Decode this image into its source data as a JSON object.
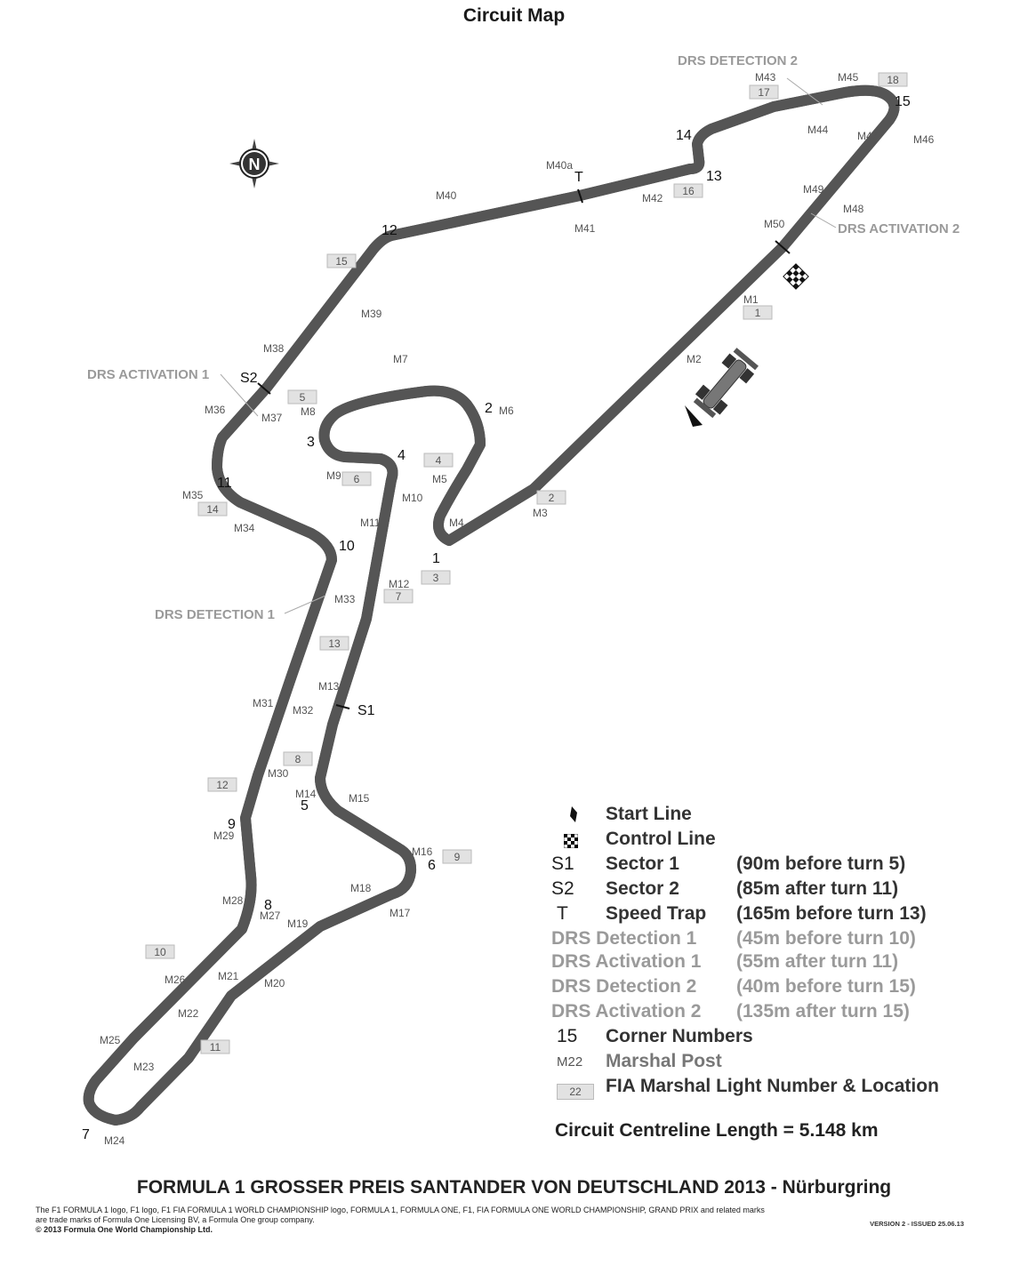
{
  "title": "Circuit Map",
  "event_title": "FORMULA 1 GROSSER PREIS SANTANDER VON DEUTSCHLAND 2013 - Nürburgring",
  "legal": {
    "line1": "The F1 FORMULA 1 logo, F1 logo, F1 FIA FORMULA 1 WORLD CHAMPIONSHIP logo, FORMULA 1, FORMULA ONE, F1, FIA FORMULA ONE WORLD CHAMPIONSHIP, GRAND PRIX and related marks",
    "line2": "are trade marks of Formula One Licensing BV, a Formula One group company.",
    "copyright": "© 2013 Formula One World Championship Ltd."
  },
  "version": "VERSION 2 - ISSUED 25.06.13",
  "circuit_length": "Circuit Centreline Length = 5.148 km",
  "colors": {
    "track": "#8a8a8a",
    "track_inner": "#d9d9d9",
    "grey_text": "#9a9a9a",
    "box_fill": "#e2e2e2"
  },
  "compass": {
    "letter": "N"
  },
  "map_labels": {
    "drs_detection_2": "DRS DETECTION 2",
    "drs_activation_2": "DRS ACTIVATION 2",
    "drs_activation_1": "DRS ACTIVATION 1",
    "drs_detection_1": "DRS DETECTION 1",
    "s1": "S1",
    "s2": "S2",
    "speed_trap": "T"
  },
  "corners": [
    "1",
    "2",
    "3",
    "4",
    "5",
    "6",
    "7",
    "8",
    "9",
    "10",
    "11",
    "12",
    "13",
    "14",
    "15"
  ],
  "marshal_posts": [
    "M1",
    "M2",
    "M3",
    "M4",
    "M5",
    "M6",
    "M7",
    "M8",
    "M9",
    "M10",
    "M11",
    "M12",
    "M13",
    "M14",
    "M15",
    "M16",
    "M17",
    "M18",
    "M19",
    "M20",
    "M21",
    "M22",
    "M23",
    "M24",
    "M25",
    "M26",
    "M27",
    "M28",
    "M29",
    "M30",
    "M31",
    "M32",
    "M33",
    "M34",
    "M35",
    "M36",
    "M37",
    "M38",
    "M39",
    "M40",
    "M40a",
    "M41",
    "M42",
    "M43",
    "M44",
    "M45",
    "M46",
    "M47",
    "M48",
    "M49",
    "M50"
  ],
  "light_numbers": [
    "1",
    "2",
    "3",
    "4",
    "5",
    "6",
    "7",
    "8",
    "9",
    "10",
    "11",
    "12",
    "13",
    "14",
    "15",
    "16",
    "17",
    "18"
  ],
  "legend": [
    {
      "symbol": "",
      "label": "Start Line",
      "detail": "",
      "grey": false
    },
    {
      "symbol": "",
      "label": "Control Line",
      "detail": "",
      "grey": false
    },
    {
      "symbol": "S1",
      "label": "Sector 1",
      "detail": "(90m before turn 5)",
      "grey": false
    },
    {
      "symbol": "S2",
      "label": "Sector 2",
      "detail": "(85m after turn 11)",
      "grey": false
    },
    {
      "symbol": "T",
      "label": "Speed Trap",
      "detail": "(165m before turn 13)",
      "grey": false
    },
    {
      "symbol": "DRS Detection 1",
      "label": "",
      "detail": "(45m before turn 10)",
      "grey": true
    },
    {
      "symbol": "DRS Activation 1",
      "label": "",
      "detail": "(55m after turn 11)",
      "grey": true
    },
    {
      "symbol": "DRS Detection 2",
      "label": "",
      "detail": "(40m before turn 15)",
      "grey": true
    },
    {
      "symbol": "DRS Activation 2",
      "label": "",
      "detail": "(135m after turn 15)",
      "grey": true
    },
    {
      "symbol": "15",
      "label": "Corner Numbers",
      "detail": "",
      "grey": false
    },
    {
      "symbol": "M22",
      "label": "Marshal Post",
      "detail": "",
      "grey": false
    },
    {
      "symbol": "22",
      "label": "FIA Marshal Light Number & Location",
      "detail": "",
      "grey": false
    }
  ]
}
